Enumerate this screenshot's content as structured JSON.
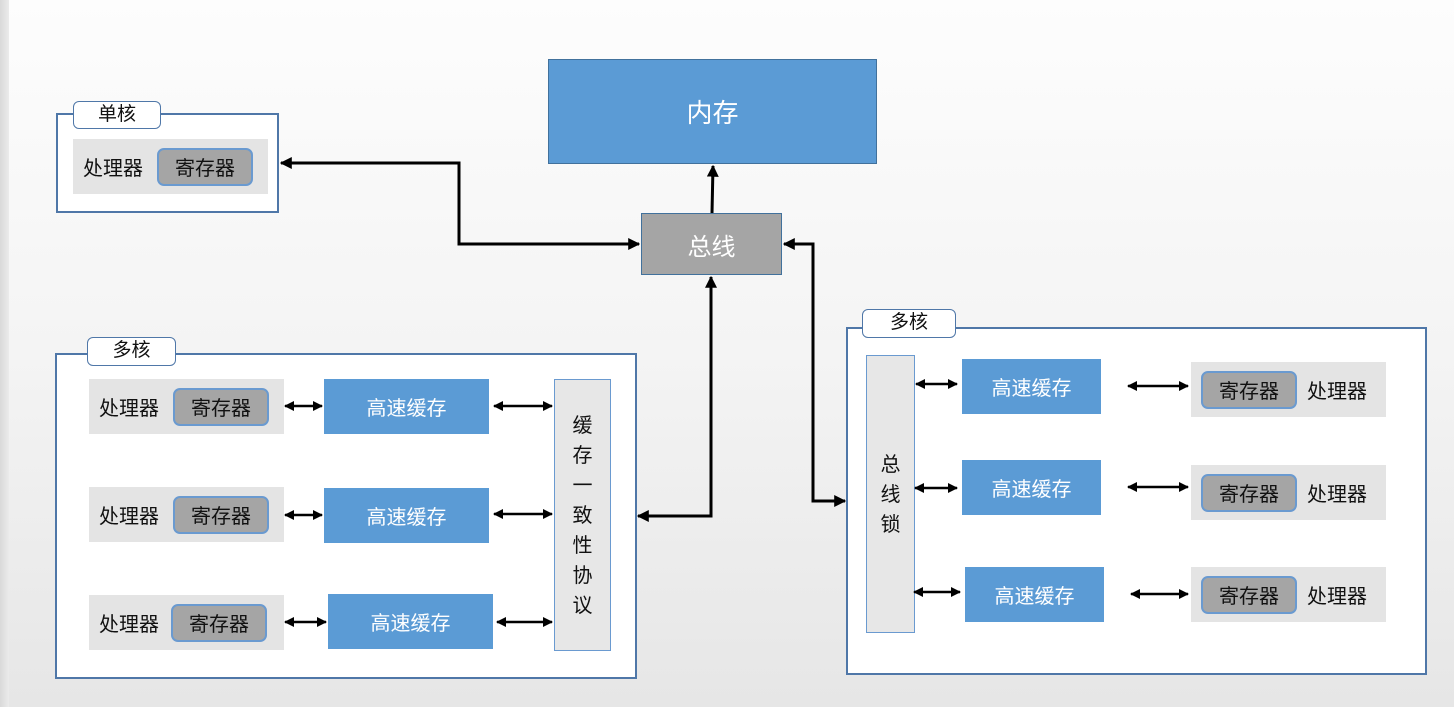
{
  "memory": {
    "label": "内存"
  },
  "bus": {
    "label": "总线"
  },
  "single_core": {
    "tag": "单核",
    "processor": "处理器",
    "register": "寄存器"
  },
  "multi_core_left": {
    "tag": "多核",
    "rows": [
      {
        "processor": "处理器",
        "register": "寄存器",
        "cache": "高速缓存"
      },
      {
        "processor": "处理器",
        "register": "寄存器",
        "cache": "高速缓存"
      },
      {
        "processor": "处理器",
        "register": "寄存器",
        "cache": "高速缓存"
      }
    ],
    "protocol_chars": [
      "缓",
      "存",
      "一",
      "致",
      "性",
      "协",
      "议"
    ]
  },
  "multi_core_right": {
    "tag": "多核",
    "bus_lock_chars": [
      "总",
      "线",
      "锁"
    ],
    "rows": [
      {
        "cache": "高速缓存",
        "register": "寄存器",
        "processor": "处理器"
      },
      {
        "cache": "高速缓存",
        "register": "寄存器",
        "processor": "处理器"
      },
      {
        "cache": "高速缓存",
        "register": "寄存器",
        "processor": "处理器"
      }
    ]
  },
  "colors": {
    "memory_blue": "#5b9bd5",
    "bus_gray": "#a5a5a5",
    "border_blue": "#4f77a8",
    "processor_bg": "#e4e4e4"
  }
}
